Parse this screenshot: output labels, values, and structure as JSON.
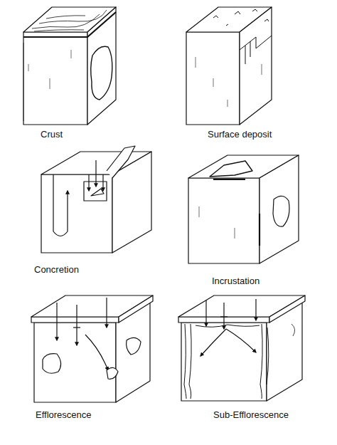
{
  "diagram": {
    "labels": [
      "Crust",
      "Surface deposit",
      "Concretion",
      "Incrustation",
      "Efflorescence",
      "Sub-Efflorescence"
    ]
  }
}
